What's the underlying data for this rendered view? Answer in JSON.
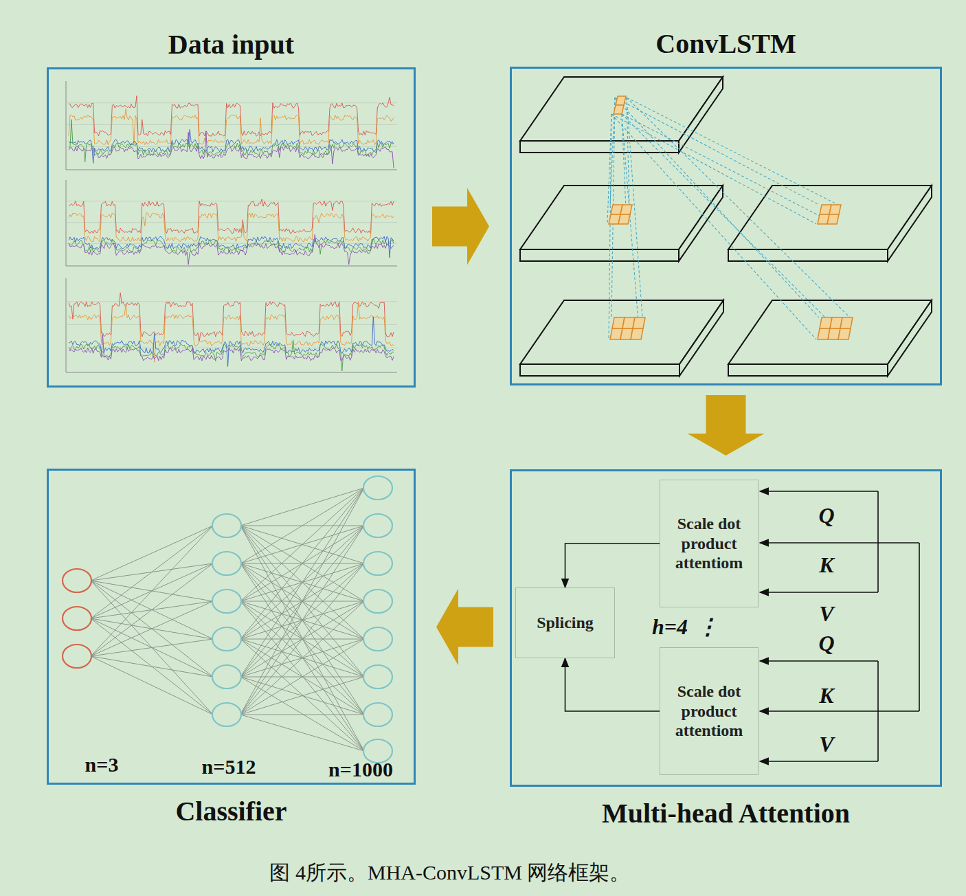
{
  "diagram": {
    "caption": "图 4所示。MHA-ConvLSTM 网络框架。",
    "nodes": [
      {
        "text": [
          "Data input"
        ]
      },
      {
        "text": [
          "ConvLSTM"
        ]
      },
      {
        "text": [
          "Classifier"
        ]
      },
      {
        "text": [
          "Multi-head Attention"
        ]
      },
      {
        "text": [
          "Scale dot product attentiom"
        ],
        "in": 3
      },
      {
        "text": [
          "Splicing"
        ],
        "in": 3
      },
      {
        "text": [
          "Scale dot product attentiom"
        ],
        "in": 3
      }
    ],
    "edges": [
      {
        "from": 0,
        "to": 1,
        "arrow": "to"
      },
      {
        "from": 1,
        "to": 3,
        "arrow": "to"
      },
      {
        "from": 3,
        "to": 2,
        "arrow": "to"
      },
      {
        "from": 4,
        "to": 5,
        "arrow": "to"
      },
      {
        "from": 6,
        "to": 5,
        "arrow": "to"
      }
    ],
    "labels": [
      "Q",
      "K",
      "V",
      "h=4",
      "⋮",
      "Q",
      "K",
      "V",
      "n=3",
      "n=512",
      "n=1000"
    ]
  }
}
